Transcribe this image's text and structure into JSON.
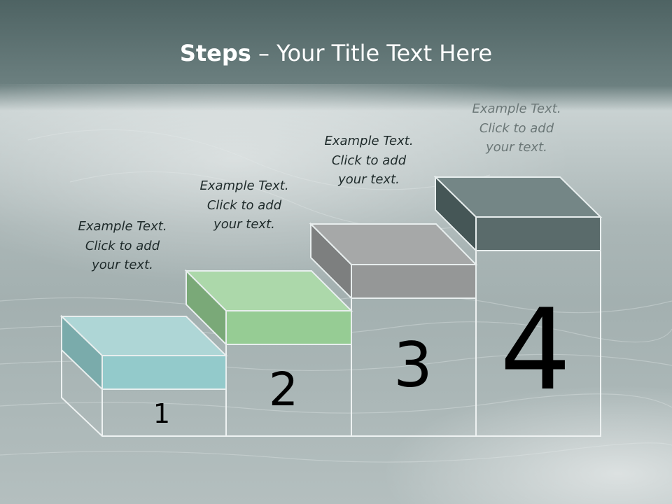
{
  "slide": {
    "title_bold": "Steps",
    "title_rest": " – Your Title Text Here"
  },
  "steps": [
    {
      "number": "1",
      "line1": "Example Text.",
      "line2": "Click  to add",
      "line3": "your text.",
      "color": "#9ccfd0"
    },
    {
      "number": "2",
      "line1": "Example Text.",
      "line2": "Click  to add",
      "line3": "your text.",
      "color": "#98cc96"
    },
    {
      "number": "3",
      "line1": "Example Text.",
      "line2": "Click  to add",
      "line3": "your text.",
      "color": "#9a9c9c"
    },
    {
      "number": "4",
      "line1": "Example Text.",
      "line2": "Click  to add",
      "line3": "your text.",
      "color": "#5a6b6b"
    }
  ]
}
